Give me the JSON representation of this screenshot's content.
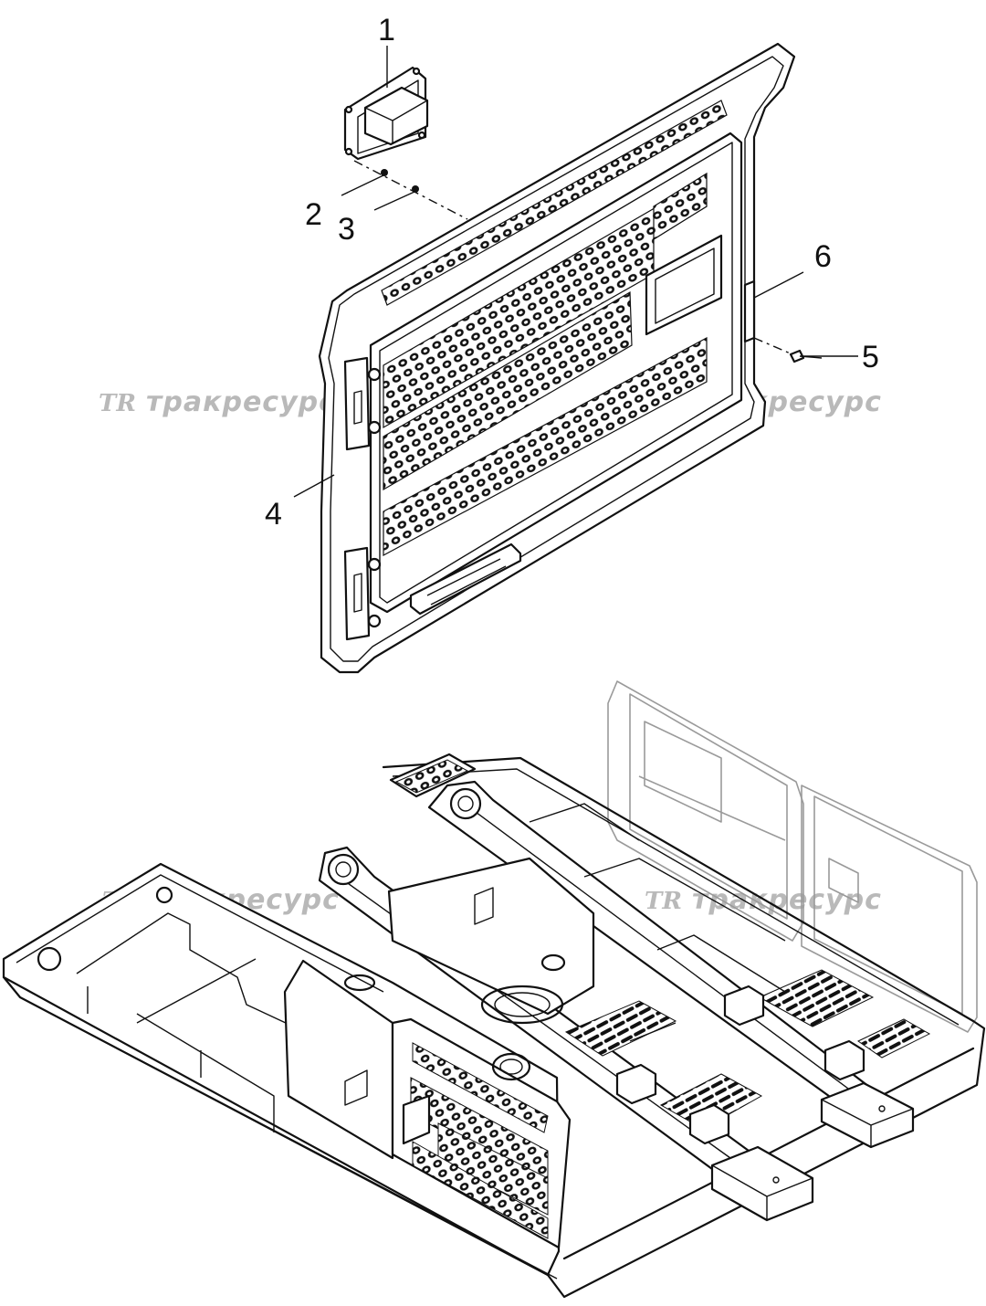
{
  "callouts": [
    {
      "id": "1",
      "label": "1"
    },
    {
      "id": "2",
      "label": "2"
    },
    {
      "id": "3",
      "label": "3"
    },
    {
      "id": "4",
      "label": "4"
    },
    {
      "id": "5",
      "label": "5"
    },
    {
      "id": "6",
      "label": "6"
    }
  ],
  "watermark": {
    "logo": "TR",
    "text": "тракресурс"
  },
  "colors": {
    "line": "#111111",
    "ghost": "#9a9a9a",
    "watermark": "#b9b9b9",
    "background": "#ffffff"
  }
}
